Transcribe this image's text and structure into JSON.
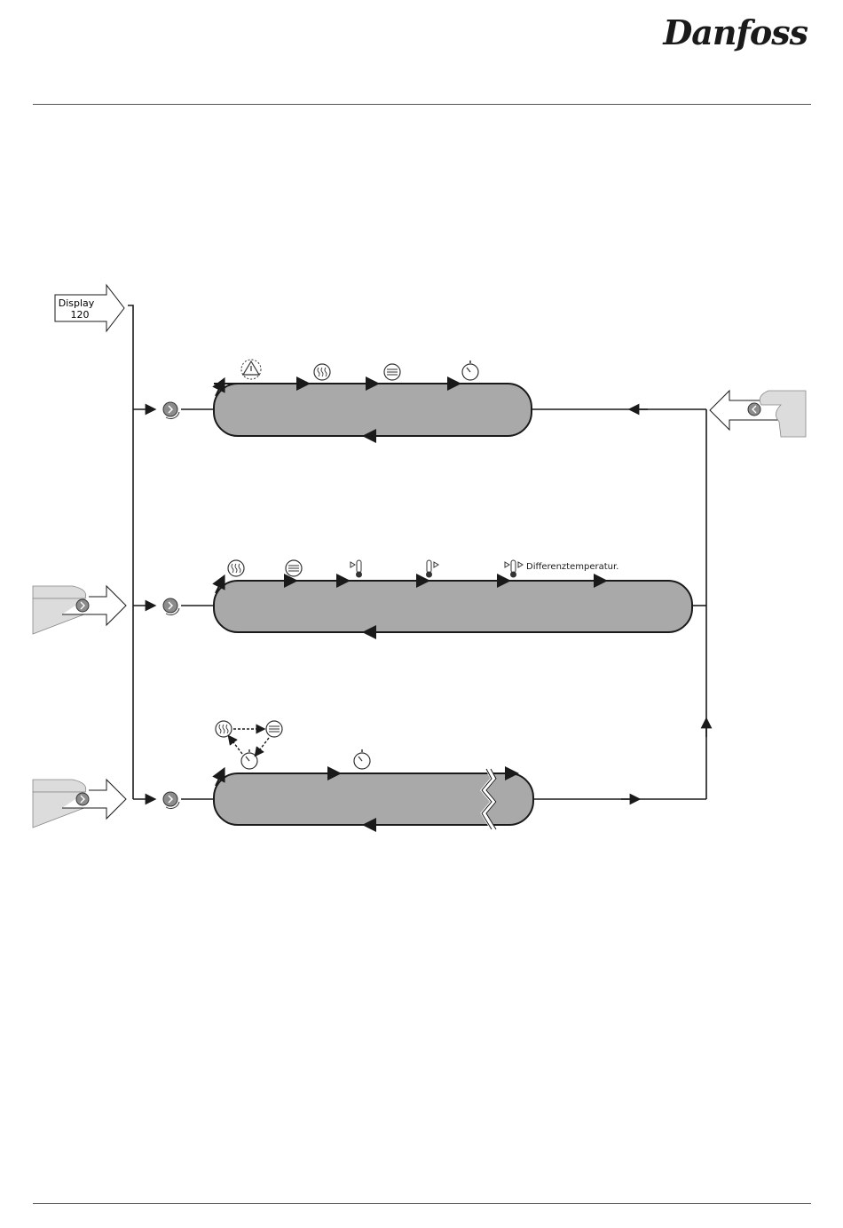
{
  "header": {
    "logo": "Danfoss"
  },
  "diagram": {
    "entry_arrow": {
      "line1": "Display",
      "line2": "120"
    },
    "row2_label": "Differenztemperatur.",
    "row1_icons": [
      "warning-icon",
      "heating-icon",
      "cooling-icon",
      "timer-icon"
    ],
    "row2_icons": [
      "heating-icon",
      "cooling-icon",
      "thermometer-low-icon",
      "thermometer-high-icon",
      "thermometer-diff-icon"
    ],
    "row3_icons": [
      "heating-icon",
      "cooling-icon",
      "timer-icon",
      "timer-icon"
    ],
    "colors": {
      "capsule_fill": "#a9a9a9",
      "line": "#1a1a1a",
      "hand": "#dcdcdc"
    }
  }
}
